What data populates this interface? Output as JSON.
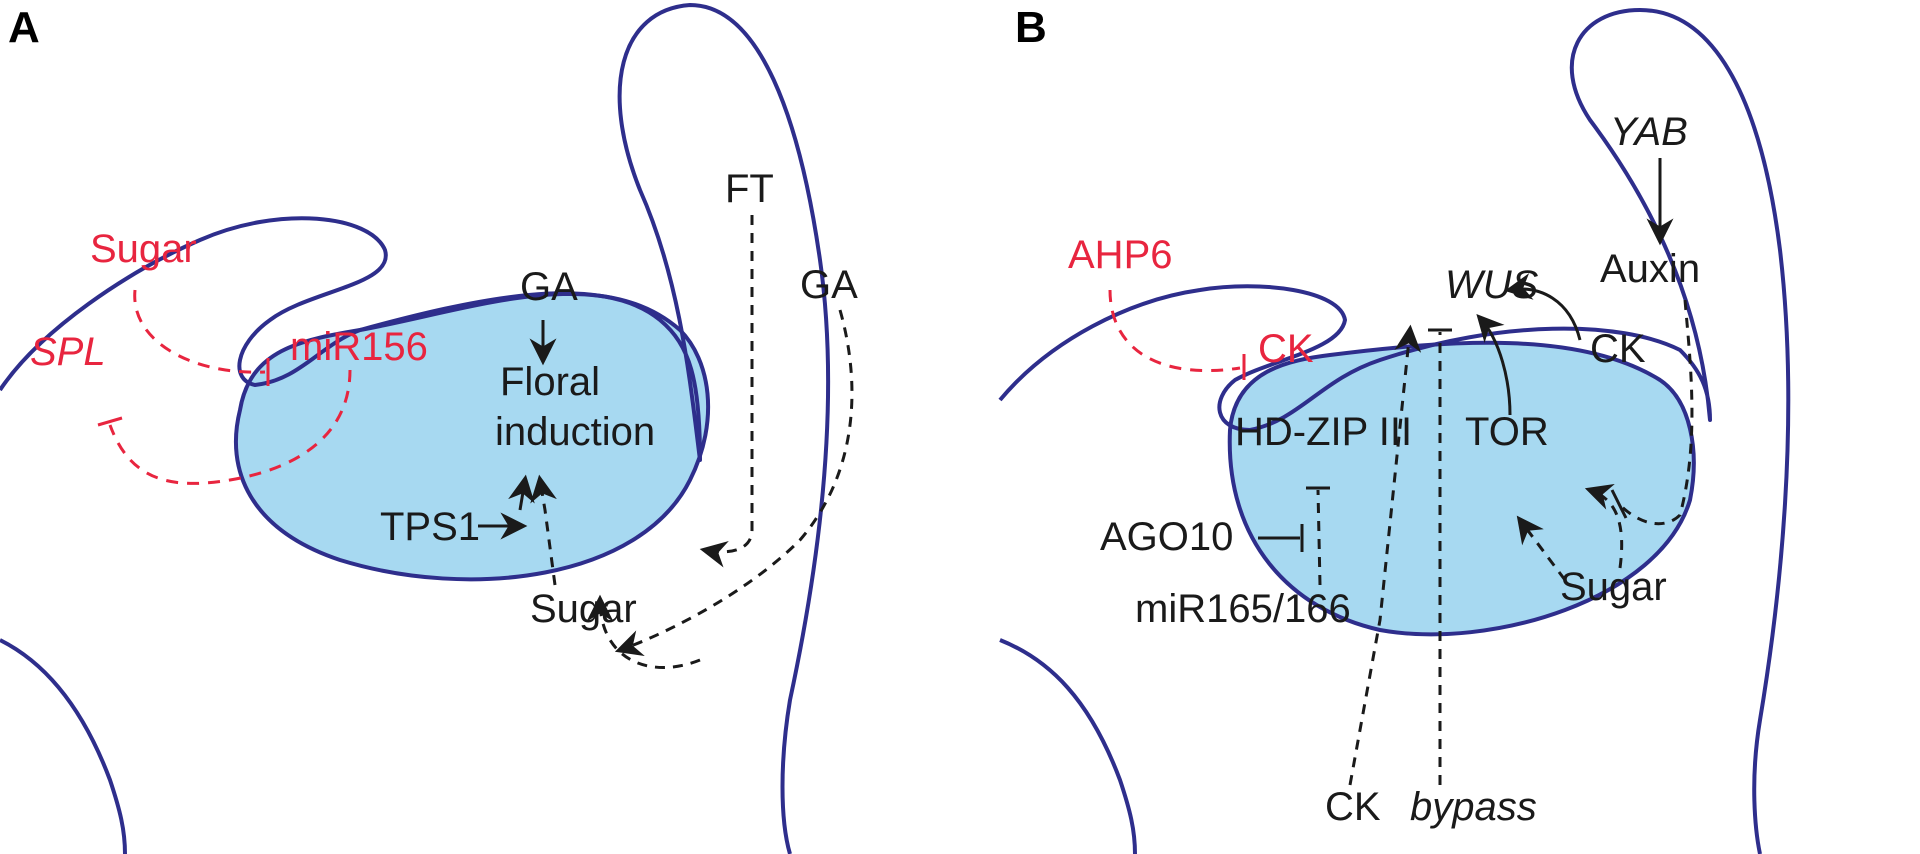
{
  "panels": [
    {
      "letter": "A",
      "labels": {
        "sugar_red": "Sugar",
        "spl": "SPL",
        "mir156": "miR156",
        "ga_top": "GA",
        "floral": "Floral",
        "induction": "induction",
        "ft": "FT",
        "ga_right": "GA",
        "tps1": "TPS1",
        "sugar_bottom": "Sugar"
      }
    },
    {
      "letter": "B",
      "labels": {
        "yab": "YAB",
        "auxin": "Auxin",
        "ahp6": "AHP6",
        "ck_red": "CK",
        "wus": "WUS",
        "ck_right": "CK",
        "hdzip": "HD-ZIP III",
        "tor": "TOR",
        "ago10": "AGO10",
        "mir165": "miR165/166",
        "sugar": "Sugar",
        "ck_bottom": "CK",
        "bypass": "bypass"
      }
    }
  ],
  "colors": {
    "outline": "#2e2e8c",
    "meristem_fill": "#a7d9f1",
    "red_text": "#e8253f",
    "black_text": "#1a1a1a"
  }
}
